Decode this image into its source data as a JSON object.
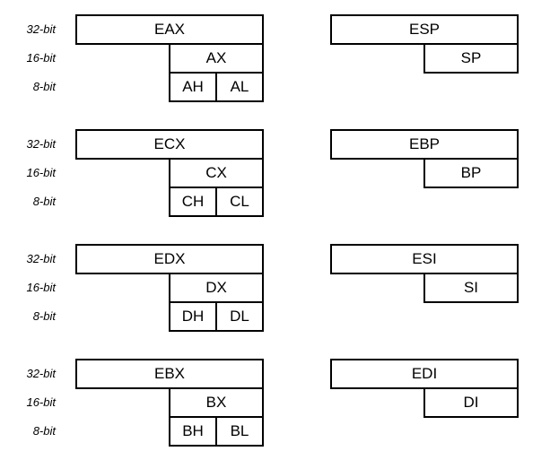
{
  "labels": {
    "bit32": "32-bit",
    "bit16": "16-bit",
    "bit8": "8-bit"
  },
  "registers": {
    "eax": {
      "full": "EAX",
      "word": "AX",
      "high": "AH",
      "low": "AL"
    },
    "ecx": {
      "full": "ECX",
      "word": "CX",
      "high": "CH",
      "low": "CL"
    },
    "edx": {
      "full": "EDX",
      "word": "DX",
      "high": "DH",
      "low": "DL"
    },
    "ebx": {
      "full": "EBX",
      "word": "BX",
      "high": "BH",
      "low": "BL"
    },
    "esp": {
      "full": "ESP",
      "word": "SP"
    },
    "ebp": {
      "full": "EBP",
      "word": "BP"
    },
    "esi": {
      "full": "ESI",
      "word": "SI"
    },
    "edi": {
      "full": "EDI",
      "word": "DI"
    }
  }
}
